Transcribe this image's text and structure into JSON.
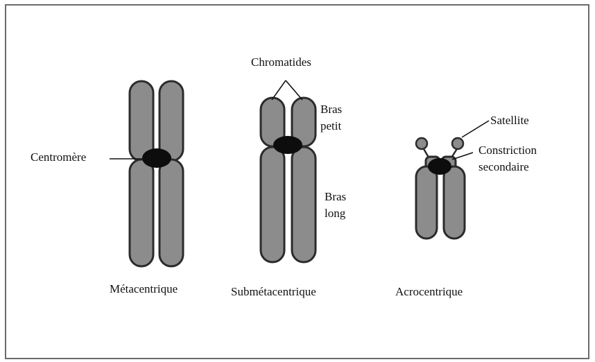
{
  "labels": {
    "chromatides": "Chromatides",
    "bras_petit_line1": "Bras",
    "bras_petit_line2": "petit",
    "bras_long_line1": "Bras",
    "bras_long_line2": "long",
    "centromere": "Centromère",
    "satellite": "Satellite",
    "constriction_line1": "Constriction",
    "constriction_line2": "secondaire",
    "metacentrique": "Métacentrique",
    "submetacentrique": "Submétacentrique",
    "acrocentrique": "Acrocentrique"
  },
  "colors": {
    "chromatid_fill": "#8c8c8c",
    "chromatid_outline": "#2b2b2b",
    "centromere": "#0d0d0d",
    "frame_border": "#6a6a6a"
  }
}
